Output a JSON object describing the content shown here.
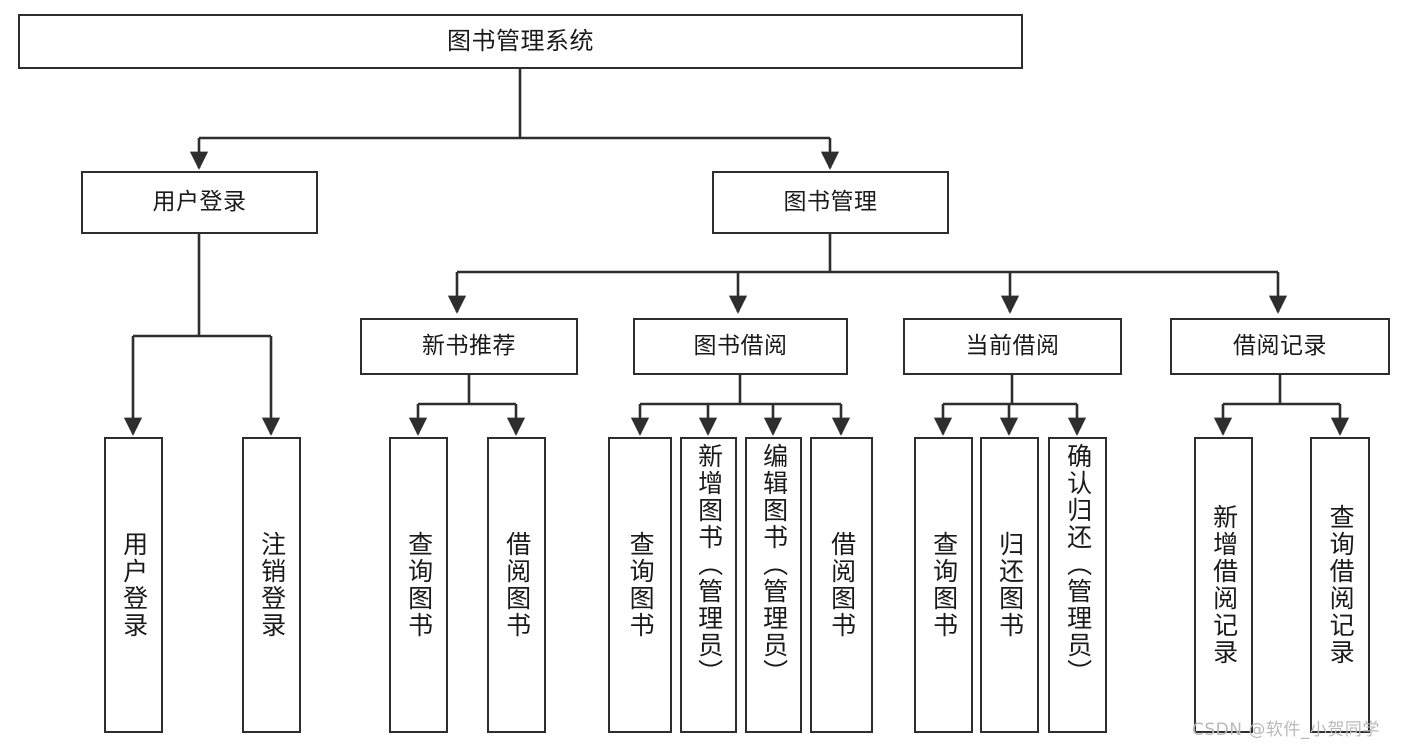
{
  "diagram": {
    "type": "tree",
    "title": "图书管理系统",
    "root": {
      "label": "图书管理系统",
      "shape": "rect",
      "text_direction": "horizontal"
    },
    "level2": [
      {
        "label": "用户登录",
        "text_direction": "horizontal"
      },
      {
        "label": "图书管理",
        "text_direction": "horizontal"
      }
    ],
    "level3": [
      {
        "label": "新书推荐",
        "parent": "图书管理",
        "text_direction": "horizontal"
      },
      {
        "label": "图书借阅",
        "parent": "图书管理",
        "text_direction": "horizontal"
      },
      {
        "label": "当前借阅",
        "parent": "图书管理",
        "text_direction": "horizontal"
      },
      {
        "label": "借阅记录",
        "parent": "图书管理",
        "text_direction": "horizontal"
      }
    ],
    "leaves": [
      {
        "label": "用户登录",
        "parent": "用户登录",
        "text_direction": "vertical"
      },
      {
        "label": "注销登录",
        "parent": "用户登录",
        "text_direction": "vertical"
      },
      {
        "label": "查询图书",
        "parent": "新书推荐",
        "text_direction": "vertical"
      },
      {
        "label": "借阅图书",
        "parent": "新书推荐",
        "text_direction": "vertical"
      },
      {
        "label": "查询图书",
        "parent": "图书借阅",
        "text_direction": "vertical"
      },
      {
        "label": "新增图书（管理员）",
        "parent": "图书借阅",
        "text_direction": "vertical"
      },
      {
        "label": "编辑图书（管理员）",
        "parent": "图书借阅",
        "text_direction": "vertical"
      },
      {
        "label": "借阅图书",
        "parent": "图书借阅",
        "text_direction": "vertical"
      },
      {
        "label": "查询图书",
        "parent": "当前借阅",
        "text_direction": "vertical"
      },
      {
        "label": "归还图书",
        "parent": "当前借阅",
        "text_direction": "vertical"
      },
      {
        "label": "确认归还（管理员）",
        "parent": "当前借阅",
        "text_direction": "vertical"
      },
      {
        "label": "新增借阅记录",
        "parent": "借阅记录",
        "text_direction": "vertical"
      },
      {
        "label": "查询借阅记录",
        "parent": "借阅记录",
        "text_direction": "vertical"
      }
    ],
    "colors": {
      "stroke": "#2e2e2e",
      "fill": "#ffffff",
      "text": "#1a1a1a",
      "watermark": "#b9b9b9"
    }
  },
  "watermark": {
    "text": "CSDN @软件_小贺同学"
  }
}
